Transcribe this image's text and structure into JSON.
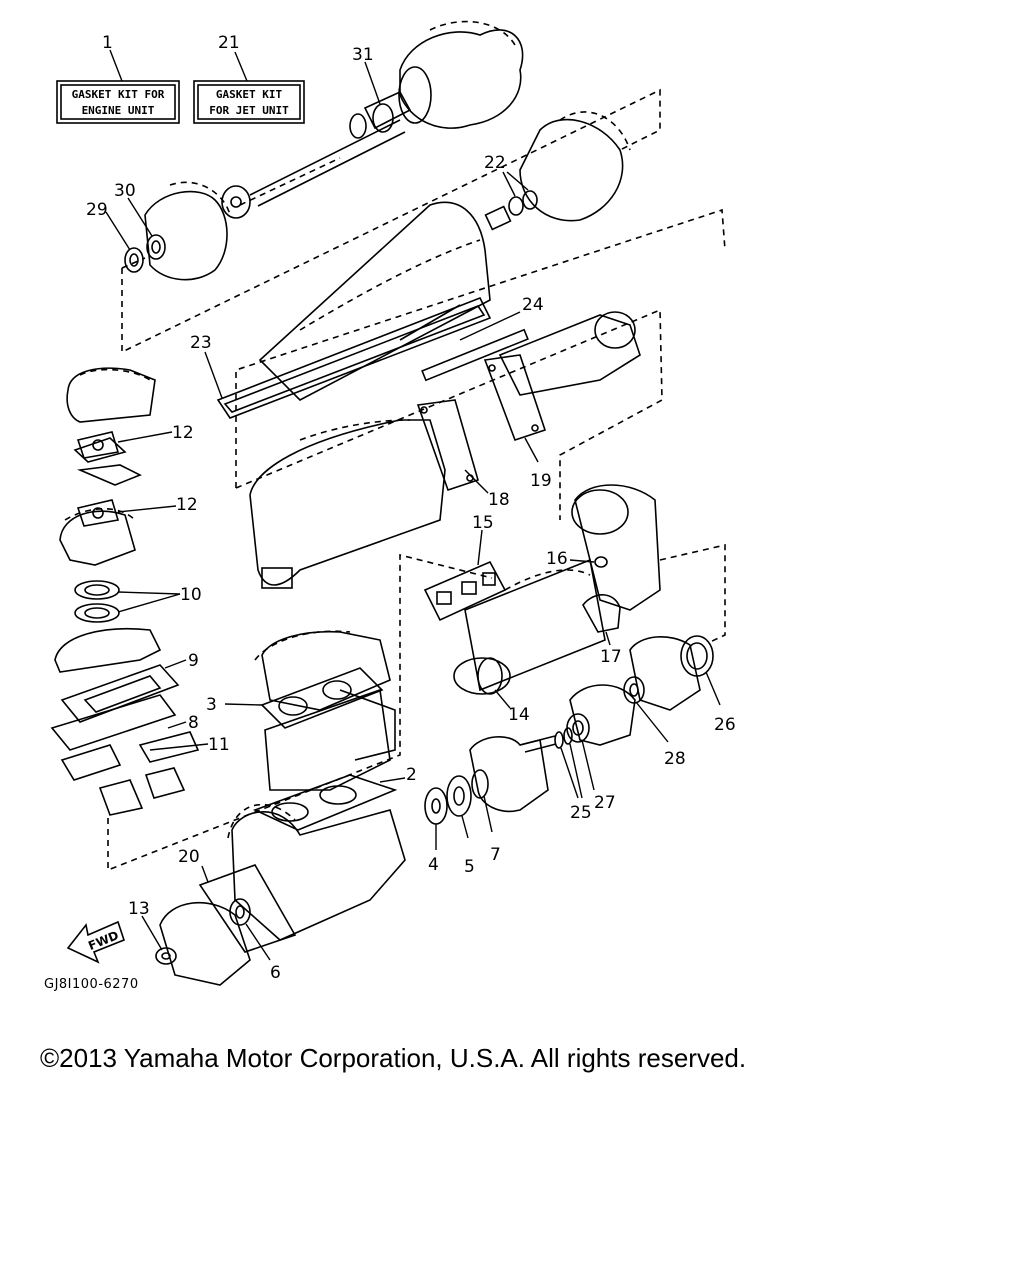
{
  "kit_labels": {
    "engine": {
      "callout": "1",
      "line1": "GASKET KIT FOR",
      "line2": "ENGINE UNIT"
    },
    "jet": {
      "callout": "21",
      "line1": "GASKET KIT",
      "line2": "FOR JET UNIT"
    }
  },
  "callouts": {
    "n2": "2",
    "n3": "3",
    "n4": "4",
    "n5": "5",
    "n6": "6",
    "n7": "7",
    "n8": "8",
    "n9": "9",
    "n10": "10",
    "n11": "11",
    "n12a": "12",
    "n12b": "12",
    "n13": "13",
    "n14": "14",
    "n15": "15",
    "n16": "16",
    "n17": "17",
    "n18": "18",
    "n19": "19",
    "n20": "20",
    "n22": "22",
    "n23": "23",
    "n24": "24",
    "n25": "25",
    "n26": "26",
    "n27": "27",
    "n28": "28",
    "n29": "29",
    "n30": "30",
    "n31": "31"
  },
  "fwd_arrow": {
    "label": "FWD",
    "icon": "fwd-arrow-icon"
  },
  "diagram_code": "GJ8I100-6270",
  "copyright": "©2013 Yamaha Motor Corporation, U.S.A. All rights reserved."
}
